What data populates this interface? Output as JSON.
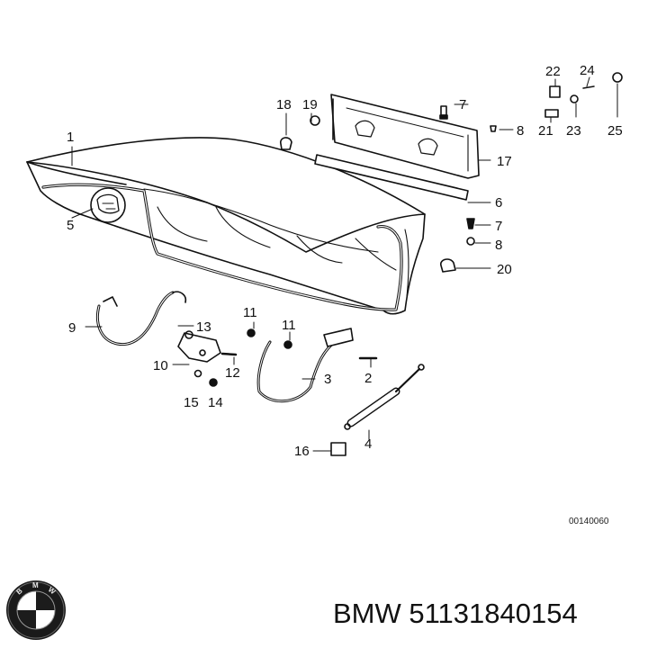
{
  "diagram": {
    "reference_code": "00140060",
    "callouts": [
      "1",
      "2",
      "3",
      "4",
      "5",
      "6",
      "7",
      "7",
      "8",
      "8",
      "9",
      "10",
      "11",
      "11",
      "12",
      "13",
      "14",
      "15",
      "16",
      "17",
      "18",
      "19",
      "20",
      "21",
      "22",
      "23",
      "24",
      "25"
    ]
  },
  "footer": {
    "brand_logo": "bmw-roundel",
    "logo_letters": "BMW",
    "part_number_text": "BMW 51131840154"
  }
}
